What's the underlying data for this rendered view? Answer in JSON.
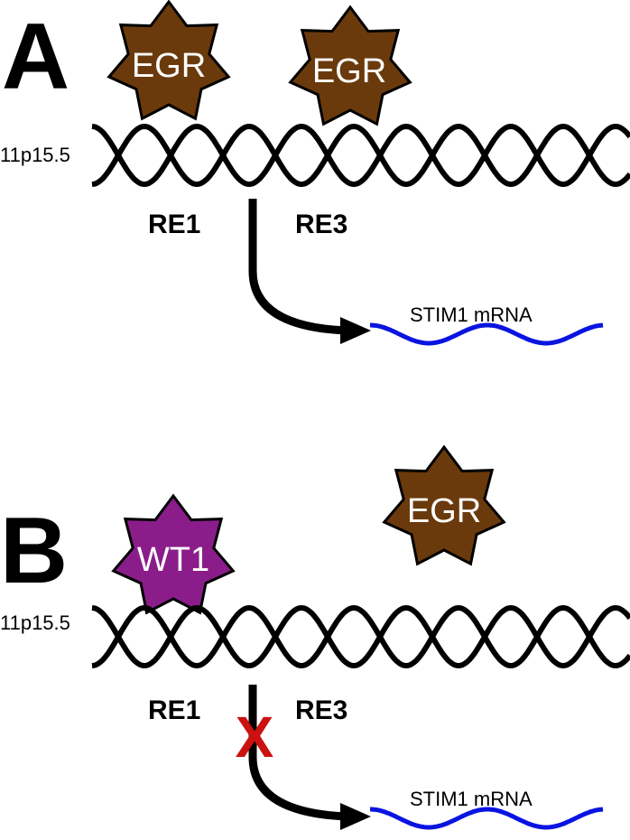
{
  "colors": {
    "egr": "#6b3a0c",
    "wt1": "#8b1d8b",
    "mrna": "#0a14e0",
    "block": "#cc1111"
  },
  "panel_a": {
    "letter": "A",
    "locus": "11p15.5",
    "star1_label": "EGR",
    "star2_label": "EGR",
    "re1": "RE1",
    "re3": "RE3",
    "mrna": "STIM1 mRNA"
  },
  "panel_b": {
    "letter": "B",
    "locus": "11p15.5",
    "star1_label": "WT1",
    "star2_label": "EGR",
    "re1": "RE1",
    "re3": "RE3",
    "mrna": "STIM1 mRNA",
    "block_symbol": "X"
  }
}
